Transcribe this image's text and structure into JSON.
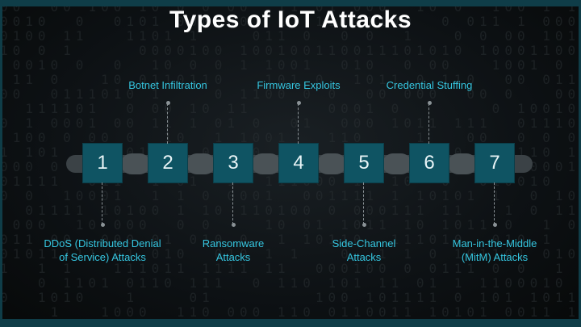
{
  "title": "Types of IoT Attacks",
  "steps": [
    {
      "number": "1",
      "label_line1": "DDoS (Distributed Denial",
      "label_line2": "of Service) Attacks",
      "position": "bottom"
    },
    {
      "number": "2",
      "label_line1": "Botnet Infiltration",
      "label_line2": "",
      "position": "top"
    },
    {
      "number": "3",
      "label_line1": "Ransomware",
      "label_line2": "Attacks",
      "position": "bottom"
    },
    {
      "number": "4",
      "label_line1": "Firmware Exploits",
      "label_line2": "",
      "position": "top"
    },
    {
      "number": "5",
      "label_line1": "Side-Channel",
      "label_line2": "Attacks",
      "position": "bottom"
    },
    {
      "number": "6",
      "label_line1": "Credential Stuffing",
      "label_line2": "",
      "position": "top"
    },
    {
      "number": "7",
      "label_line1": "Man-in-the-Middle",
      "label_line2": "(MitM) Attacks",
      "position": "bottom"
    }
  ],
  "colors": {
    "box": "#0f5463",
    "label": "#35c6e0",
    "track": "#3b4246",
    "frame": "#0f3d48"
  }
}
